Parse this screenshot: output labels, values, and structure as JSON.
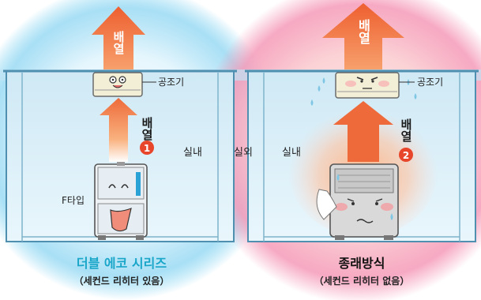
{
  "colors": {
    "eco_title": "#1aa6c9",
    "conv_title": "#111111",
    "arrow": "#ee6a3a",
    "number_badge": "#e8462a",
    "room_wall": "#4f8fb0",
    "glow_blue": "#7fd3f2",
    "glow_pink": "#f59ab8"
  },
  "left": {
    "exhaust_label": "배열",
    "ac_label": "공조기",
    "heat_label": "배열",
    "heat_number": "1",
    "indoor_label": "실내",
    "unit_label": "F타입",
    "title": "더블 에코 시리즈",
    "subtitle": "（세컨드 리히터 있음）"
  },
  "center": {
    "outdoor_label": "실외"
  },
  "right": {
    "exhaust_label": "배열",
    "ac_label": "공조기",
    "heat_label": "배열",
    "heat_number": "2",
    "indoor_label": "실내",
    "title": "종래방식",
    "subtitle": "（세컨드 리히터 없음）"
  },
  "icons": [
    "smiling-ac-unit-icon",
    "stressed-ac-unit-icon",
    "happy-server-rack-icon",
    "sweating-server-rack-icon"
  ]
}
